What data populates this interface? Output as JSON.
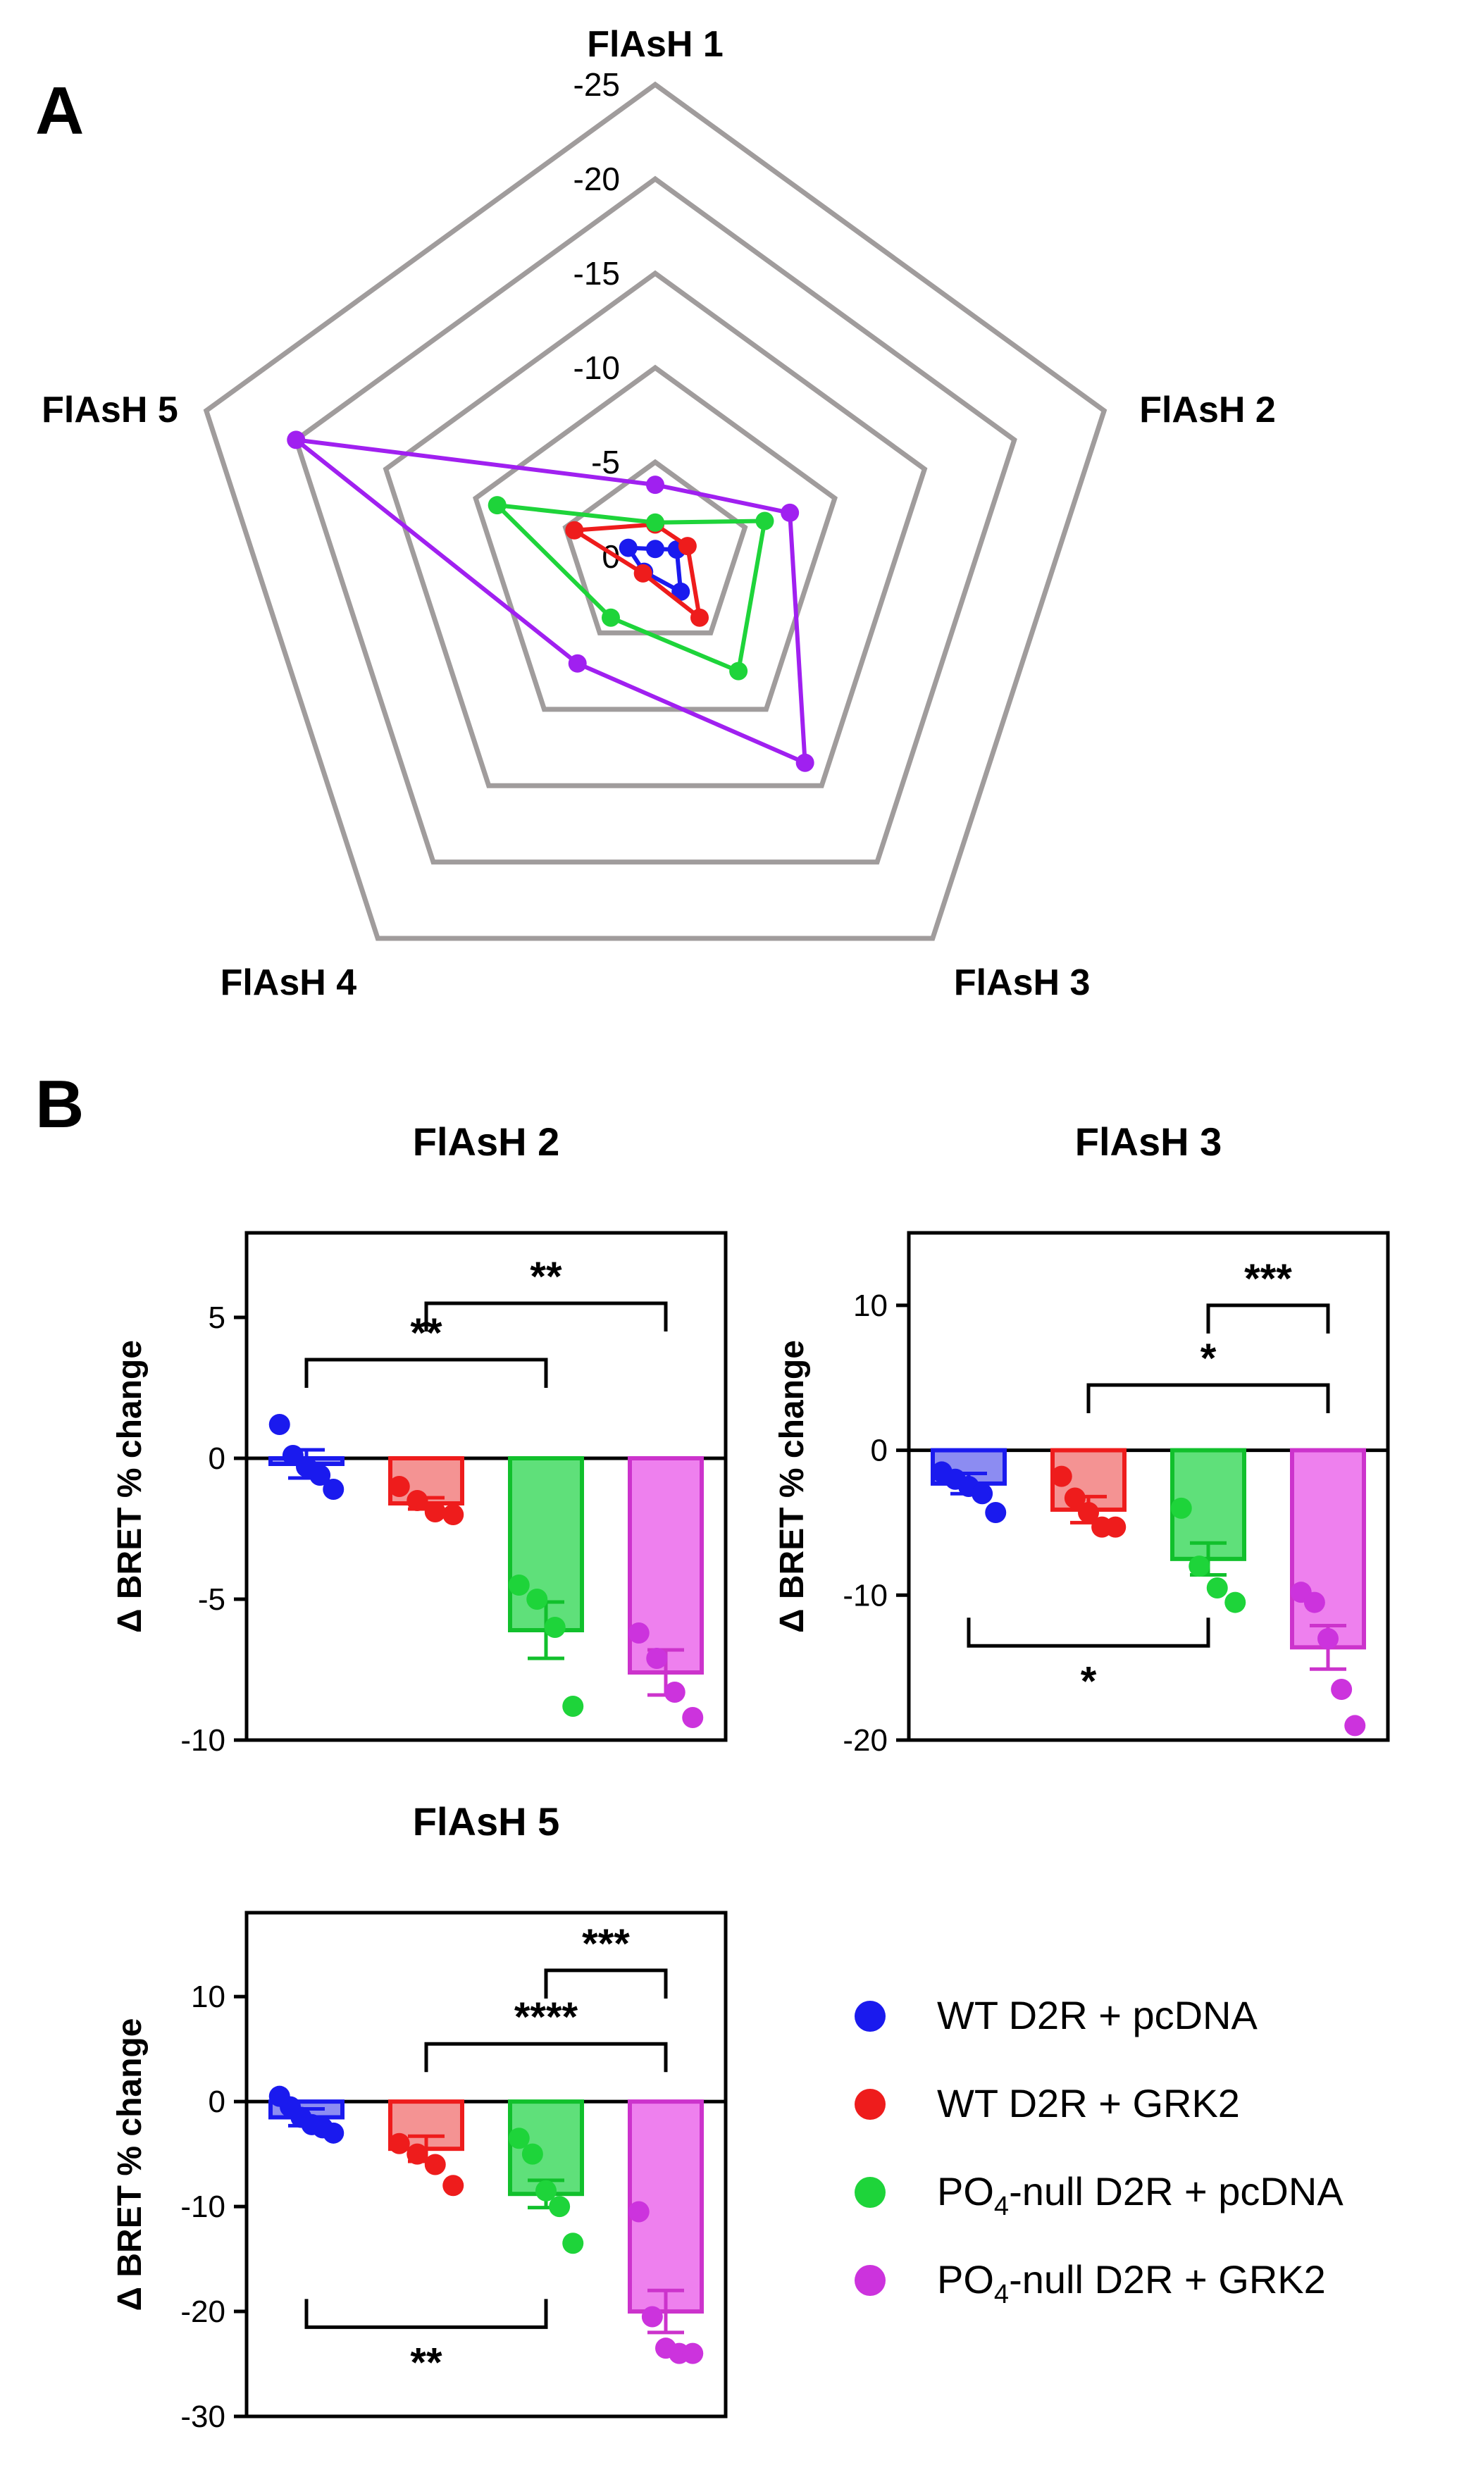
{
  "figure": {
    "panel_a_label": "A",
    "panel_b_label": "B"
  },
  "colors": {
    "wt_pcdna": "#1a1aee",
    "wt_grk2": "#ee1c1c",
    "null_pcdna": "#1ed43a",
    "null_grk2": "#a020f0",
    "bar_wt_pcdna": "#8c8cf2",
    "bar_wt_grk2": "#f49393",
    "bar_null_pcdna": "#5fe07a",
    "bar_null_grk2": "#ee80ee",
    "bar_edge_wt_pcdna": "#1a1aee",
    "bar_edge_wt_grk2": "#ee1c1c",
    "bar_edge_null_pcdna": "#11c02c",
    "bar_edge_null_grk2": "#cc33cc",
    "dot_wt_pcdna": "#1a1aee",
    "dot_wt_grk2": "#ee1c1c",
    "dot_null_pcdna": "#1ed43a",
    "dot_null_grk2": "#cc33dd",
    "grid": "#a09c9c"
  },
  "chart_data": [
    {
      "type": "radar",
      "axes": [
        "FlAsH 1",
        "FlAsH 2",
        "FlAsH 3",
        "FlAsH 4",
        "FlAsH 5"
      ],
      "ring_labels": [
        "-25",
        "-20",
        "-15",
        "-10",
        "-5",
        "0"
      ],
      "range": [
        0,
        -25
      ],
      "series": [
        {
          "name": "WT D2R + pcDNA",
          "values": [
            -0.4,
            -1.2,
            -2.3,
            -1.0,
            -1.5
          ]
        },
        {
          "name": "WT D2R + GRK2",
          "values": [
            -1.7,
            -1.8,
            -4.0,
            -1.1,
            -4.5
          ]
        },
        {
          "name": "PO4-null D2R + pcDNA",
          "values": [
            -1.8,
            -6.1,
            -7.5,
            -4.0,
            -8.8
          ]
        },
        {
          "name": "PO4-null D2R + GRK2",
          "values": [
            -3.8,
            -7.5,
            -13.5,
            -7.0,
            -20.0
          ]
        }
      ]
    },
    {
      "type": "bar",
      "title": "FlAsH 2",
      "ylabel": "Δ BRET % change",
      "ylim": [
        -10,
        8
      ],
      "yticks": [
        "5",
        "0",
        "-5",
        "-10"
      ],
      "categories": [
        "WT D2R + pcDNA",
        "WT D2R + GRK2",
        "PO4-null D2R + pcDNA",
        "PO4-null D2R + GRK2"
      ],
      "values": [
        -0.2,
        -1.6,
        -6.1,
        -7.6
      ],
      "errors": [
        0.5,
        0.2,
        1.0,
        0.8
      ],
      "points": [
        [
          1.2,
          0.1,
          -0.3,
          -0.6,
          -1.1
        ],
        [
          -1.0,
          -1.5,
          -1.9,
          -2.0
        ],
        [
          -4.5,
          -5.0,
          -6.0,
          -8.8
        ],
        [
          -6.2,
          -7.1,
          -8.3,
          -9.2
        ]
      ],
      "significance": [
        {
          "from": 0,
          "to": 2,
          "label": "**",
          "y": 3.5
        },
        {
          "from": 1,
          "to": 3,
          "label": "**",
          "y": 5.5
        }
      ]
    },
    {
      "type": "bar",
      "title": "FlAsH 3",
      "ylabel": "Δ BRET % change",
      "ylim": [
        -20,
        15
      ],
      "yticks": [
        "10",
        "0",
        "-10",
        "-20"
      ],
      "categories": [
        "WT D2R + pcDNA",
        "WT D2R + GRK2",
        "PO4-null D2R + pcDNA",
        "PO4-null D2R + GRK2"
      ],
      "values": [
        -2.3,
        -4.1,
        -7.5,
        -13.6
      ],
      "errors": [
        0.7,
        0.9,
        1.1,
        1.5
      ],
      "points": [
        [
          -1.5,
          -2.0,
          -2.5,
          -3.0,
          -4.3
        ],
        [
          -1.8,
          -3.3,
          -4.3,
          -5.3,
          -5.3
        ],
        [
          -4.0,
          -8.0,
          -9.5,
          -10.5
        ],
        [
          -9.8,
          -10.5,
          -13.0,
          -16.5,
          -19.0
        ]
      ],
      "significance": [
        {
          "from": 2,
          "to": 3,
          "label": "***",
          "y": 10
        },
        {
          "from": 1,
          "to": 3,
          "label": "*",
          "y": 4.5
        },
        {
          "from": 0,
          "to": 2,
          "label": "*",
          "y": -13.5,
          "below": true
        }
      ]
    },
    {
      "type": "bar",
      "title": "FlAsH 5",
      "ylabel": "Δ BRET % change",
      "ylim": [
        -30,
        18
      ],
      "yticks": [
        "10",
        "0",
        "-10",
        "-20",
        "-30"
      ],
      "categories": [
        "WT D2R + pcDNA",
        "WT D2R + GRK2",
        "PO4-null D2R + pcDNA",
        "PO4-null D2R + GRK2"
      ],
      "values": [
        -1.5,
        -4.5,
        -8.8,
        -20.0
      ],
      "errors": [
        0.8,
        1.2,
        1.3,
        2.0
      ],
      "points": [
        [
          0.5,
          -0.5,
          -1.5,
          -2.2,
          -2.5,
          -3.0
        ],
        [
          -4.0,
          -5.0,
          -6.0,
          -8.0
        ],
        [
          -3.5,
          -5.0,
          -8.5,
          -10.0,
          -13.5
        ],
        [
          -10.5,
          -20.5,
          -23.5,
          -24.0,
          -24.0
        ]
      ],
      "significance": [
        {
          "from": 2,
          "to": 3,
          "label": "***",
          "y": 12.5
        },
        {
          "from": 1,
          "to": 3,
          "label": "****",
          "y": 5.5
        },
        {
          "from": 0,
          "to": 2,
          "label": "**",
          "y": -21.5,
          "below": true
        }
      ]
    }
  ],
  "legend": [
    {
      "prefix": "WT D2R + pcDNA",
      "sub": "",
      "suffix": ""
    },
    {
      "prefix": "WT D2R + GRK2",
      "sub": "",
      "suffix": ""
    },
    {
      "prefix": "PO",
      "sub": "4",
      "suffix": "-null D2R + pcDNA"
    },
    {
      "prefix": "PO",
      "sub": "4",
      "suffix": "-null D2R + GRK2"
    }
  ]
}
